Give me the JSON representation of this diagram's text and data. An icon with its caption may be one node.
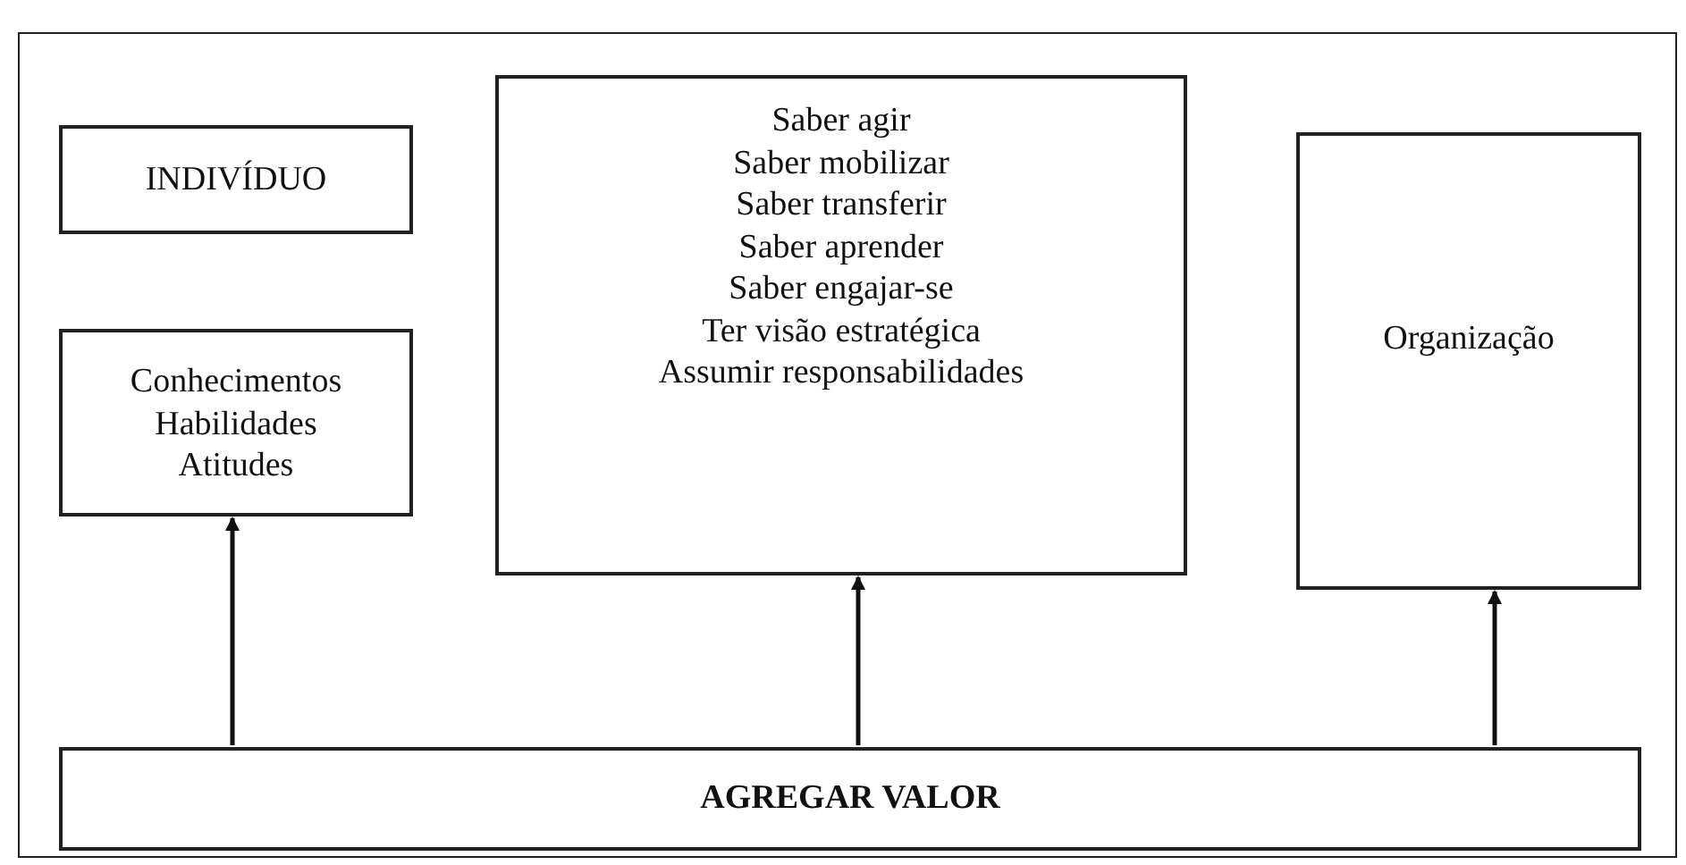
{
  "diagram": {
    "nodes": [
      {
        "text": [
          "INDIVÍDUO"
        ]
      },
      {
        "text": [
          "Conhecimentos",
          "Habilidades",
          "Atitudes"
        ]
      },
      {
        "text": [
          "Saber agir",
          "Saber mobilizar",
          "Saber transferir",
          "Saber aprender",
          "Saber engajar-se",
          "Ter visão estratégica",
          "Assumir responsabilidades"
        ]
      },
      {
        "text": [
          "Organização"
        ]
      },
      {
        "text": [
          "AGREGAR VALOR"
        ]
      }
    ],
    "edges": [
      {
        "from": 4,
        "to": 1,
        "arrow": "to"
      },
      {
        "from": 4,
        "to": 2,
        "arrow": "to"
      },
      {
        "from": 4,
        "to": 3,
        "arrow": "to"
      }
    ]
  }
}
